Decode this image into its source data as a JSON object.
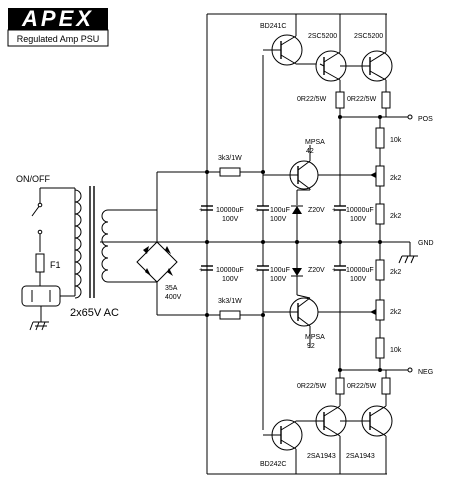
{
  "brand": {
    "logo_text": "APEX",
    "subtitle": "Regulated Amp PSU"
  },
  "input": {
    "switch_label": "ON/OFF",
    "fuse_label": "F1",
    "transformer_label": "2x65V AC"
  },
  "bridge": {
    "current": "35A",
    "voltage": "400V"
  },
  "rails": {
    "pos": "POS",
    "gnd": "GND",
    "neg": "NEG"
  },
  "positive": {
    "q_driver": "BD241C",
    "q_out1": "2SC5200",
    "q_out2": "2SC5200",
    "q_reg_name": "MPSA",
    "q_reg_num": "42",
    "r_bias": "3k3/1W",
    "cap_main_value": "10000uF",
    "cap_main_volt": "100V",
    "cap_small_value": "100uF",
    "cap_small_volt": "100V",
    "zener": "Z20V",
    "cap_out_value": "10000uF",
    "cap_out_volt": "100V",
    "r_emitter": "0R22/5W",
    "r_div_top": "10k",
    "r_div_pot": "2k2",
    "r_div_bottom": "2k2"
  },
  "negative": {
    "q_driver": "BD242C",
    "q_out1": "2SA1943",
    "q_out2": "2SA1943",
    "q_reg_name": "MPSA",
    "q_reg_num": "92",
    "r_bias": "3k3/1W",
    "cap_main_value": "10000uF",
    "cap_main_volt": "100V",
    "cap_small_value": "100uF",
    "cap_small_volt": "100V",
    "zener": "Z20V",
    "cap_out_value": "10000uF",
    "cap_out_volt": "100V",
    "r_emitter": "0R22/5W",
    "r_div_top": "2k2",
    "r_div_pot": "2k2",
    "r_div_bottom": "10k"
  }
}
